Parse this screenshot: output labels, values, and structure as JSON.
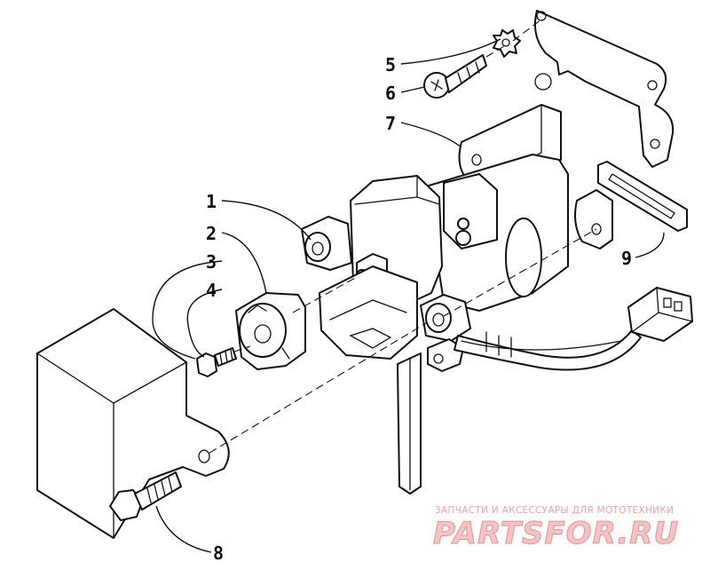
{
  "callouts": {
    "c1": "1",
    "c2": "2",
    "c3": "3",
    "c4": "4",
    "c5": "5",
    "c6": "6",
    "c7": "7",
    "c8": "8",
    "c9": "9"
  },
  "watermark": {
    "caption": "ЗАПЧАСТИ И АКСЕССУАРЫ ДЛЯ МОТОТЕХНИКИ",
    "logo": "PARTSFOR.RU",
    "color": "#e88a8a"
  }
}
